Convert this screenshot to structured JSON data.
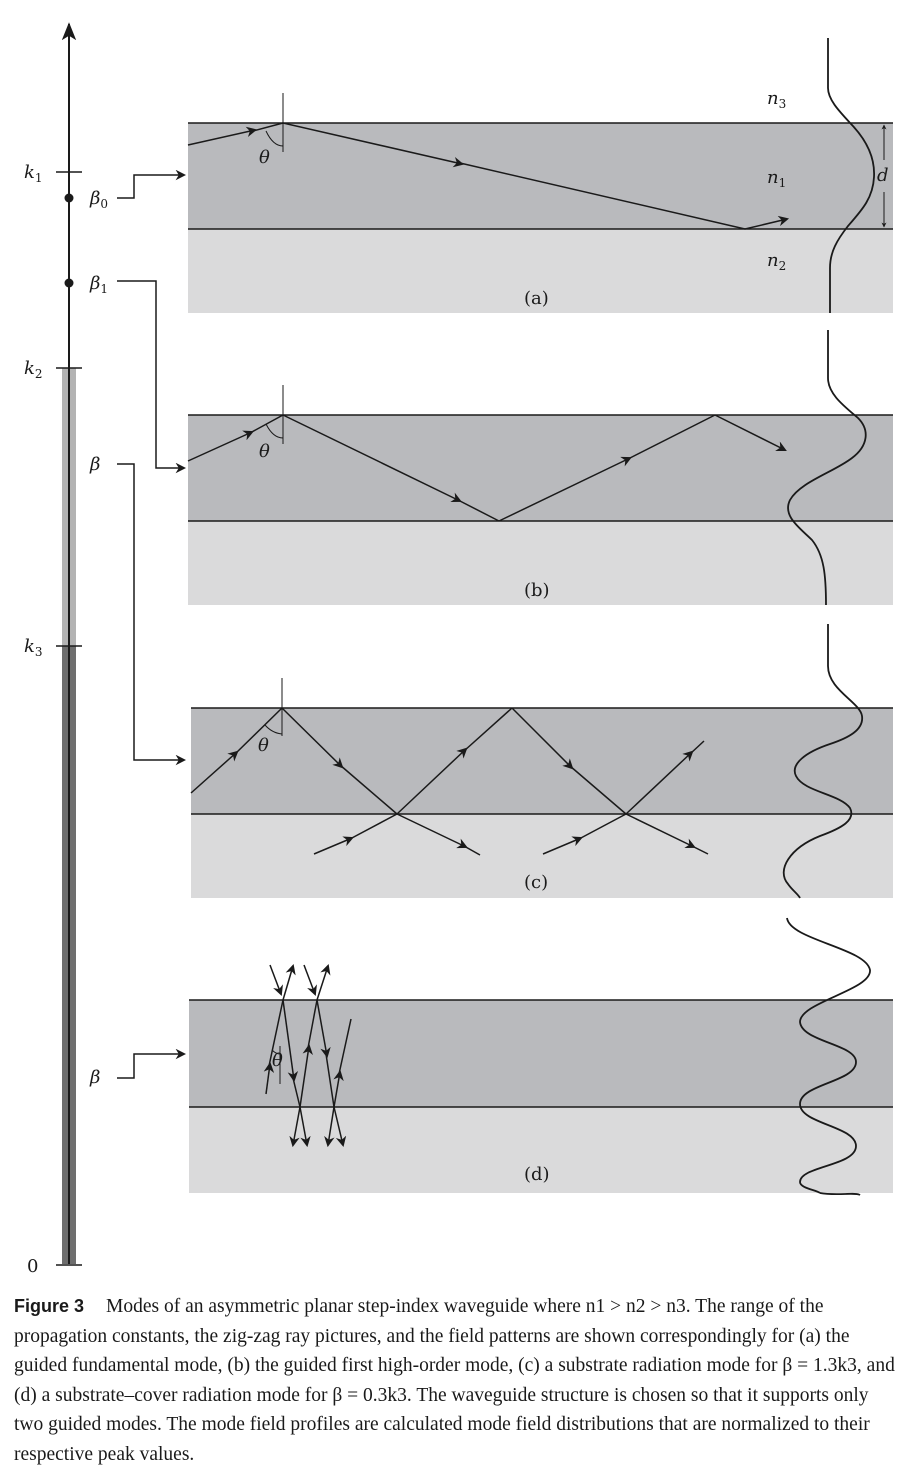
{
  "axis": {
    "ticks": [
      {
        "main": "k",
        "sub": "1"
      },
      {
        "main": "k",
        "sub": "2"
      },
      {
        "main": "k",
        "sub": "3"
      },
      {
        "main": "0",
        "sub": ""
      }
    ],
    "betas": [
      {
        "main": "β",
        "sub": "0"
      },
      {
        "main": "β",
        "sub": "1"
      },
      {
        "main": "β",
        "sub": ""
      },
      {
        "main": "β",
        "sub": ""
      }
    ]
  },
  "layers": {
    "cover": {
      "main": "n",
      "sub": "3"
    },
    "core": {
      "main": "n",
      "sub": "1"
    },
    "substrate": {
      "main": "n",
      "sub": "2"
    },
    "thickness": "d"
  },
  "angle_label": "θ",
  "panels": [
    "(a)",
    "(b)",
    "(c)",
    "(d)"
  ],
  "caption": {
    "label": "Figure 3",
    "text": "Modes of an asymmetric planar step-index waveguide where n1 > n2 > n3. The range of the propagation constants, the zig-zag ray pictures, and the field patterns are shown correspondingly for (a) the guided fundamental mode, (b) the guided first high-order mode, (c) a substrate radiation mode for β = 1.3k3, and (d) a substrate–cover radiation mode for β = 0.3k3. The waveguide structure is chosen so that it supports only two guided modes. The mode field profiles are calculated mode field distributions that are normalized to their respective peak values."
  },
  "colors": {
    "core": "#b9babd",
    "substrate": "#dadadb",
    "line": "#1a1a1a",
    "bar_light": "#b3b3b3",
    "bar_dark": "#6e6e6e"
  }
}
